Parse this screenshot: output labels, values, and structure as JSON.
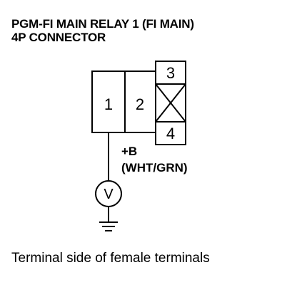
{
  "title": {
    "line1": "PGM-FI MAIN RELAY 1 (FI MAIN)",
    "line2": "4P CONNECTOR"
  },
  "connector": {
    "terminals": {
      "t1": "1",
      "t2": "2",
      "t3": "3",
      "t4": "4"
    },
    "empty_cavity": "crossed-out",
    "probe_terminal": "1"
  },
  "wire": {
    "signal": "+B",
    "color": "(WHT/GRN)"
  },
  "meter": {
    "type": "voltmeter",
    "letter": "V",
    "ground": "ground-symbol"
  },
  "caption": "Terminal side of female terminals"
}
